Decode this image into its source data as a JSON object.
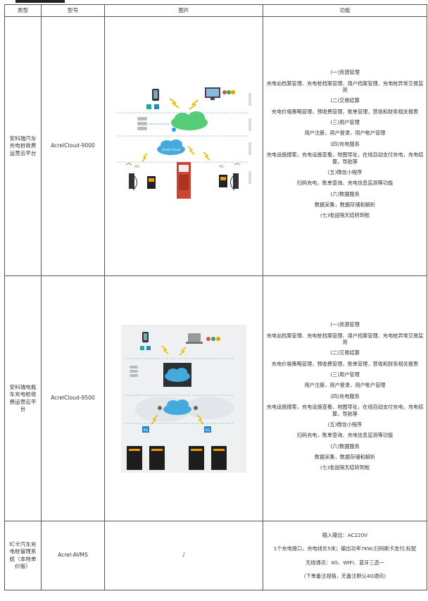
{
  "headers": [
    "类型",
    "型号",
    "图片",
    "功能"
  ],
  "rows": [
    {
      "type": "安科瑞汽车充电桩收费运营云平台",
      "model": "AcrelCloud-9000",
      "functions": [
        {
          "heading": "(一)资源管理",
          "detail": "充电站档案管理、充电桩档案管理、用户档案管理、充电桩异常交易监测"
        },
        {
          "heading": "(二)交易结算",
          "detail": "充电价格策略管理，预收费管理，账单管理，营收和财务相关报表"
        },
        {
          "heading": "(三)用户管理",
          "detail": "用户注册，用户登录，用户帐户管理"
        },
        {
          "heading": "(四)充电服务",
          "detail": "充电设施搜索，充电设施查看，地图导址，在线自动支付充电，充电结算，导航等"
        },
        {
          "heading": "(五)微信小程序",
          "detail": "扫码充电，账单查询、充电信息监测等功能"
        },
        {
          "heading": "(六)数据服务",
          "detail": "数据采集，数据存储和解析"
        },
        {
          "heading": "(七)收益隔天结转到帐",
          "detail": ""
        }
      ]
    },
    {
      "type": "安科瑞电瓶车充电桩收费运营云平台",
      "model": "AcrelCloud-9500",
      "functions": [
        {
          "heading": "(一)资源管理",
          "detail": "充电站档案管理、充电桩档案管理、用户档案管理、充电桩异常交易监测"
        },
        {
          "heading": "(二)交易结算",
          "detail": "充电价格策略管理，预收费管理，账单管理，营收和财务相关报表"
        },
        {
          "heading": "(三)用户管理",
          "detail": "用户注册，用户登录，用户帐户管理"
        },
        {
          "heading": "(四)充电服务",
          "detail": "充电设施搜索，充电设施查看，地图导址，在线自动支付充电，充电结算，导航等"
        },
        {
          "heading": "(五)微信小程序",
          "detail": "扫码充电，账单查询、充电信息监测等功能"
        },
        {
          "heading": "(六)数据服务",
          "detail": "数据采集，数据存储和解析"
        },
        {
          "heading": "(七)收益隔天结转到帐",
          "detail": ""
        }
      ]
    },
    {
      "type": "IC卡汽车充电桩管理系统（本地单价版）",
      "model": "Acrel-AVMS",
      "picture": "/",
      "specs": [
        "输入输出：AC220V",
        "1个充电接口，充电线长5米；输出功率7KW;扫码刷卡支付;标配",
        "无线通讯：4G、WIFI、蓝牙三选一",
        "(下单备注规格，无备注默认4G通讯)"
      ]
    }
  ],
  "diagram1": {
    "labels": [
      "4G",
      "Acrel-Cloud"
    ]
  },
  "diagram2": {
    "labels": [
      "4G",
      "4G"
    ]
  }
}
